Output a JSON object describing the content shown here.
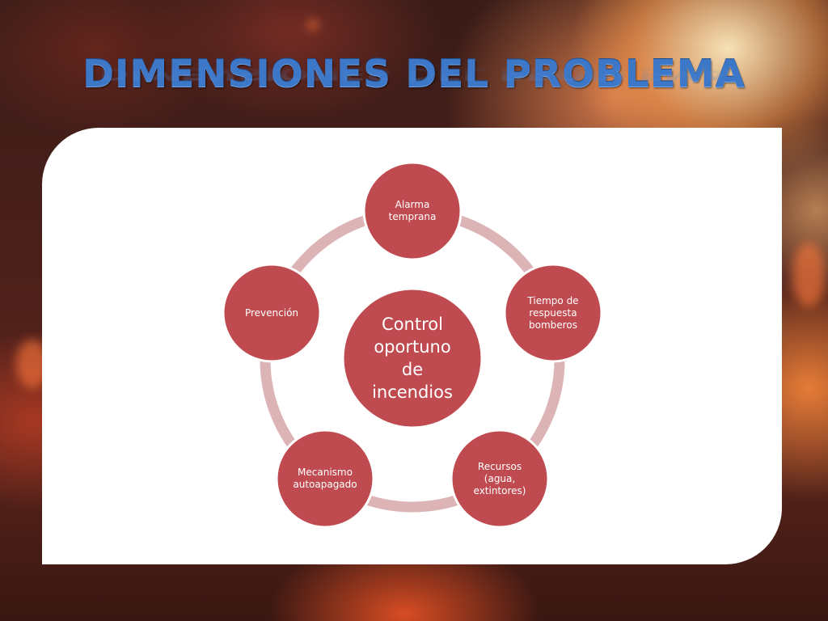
{
  "slide": {
    "title": "DIMENSIONES DEL PROBLEMA"
  },
  "diagram": {
    "center": "Control oportuno de incendios",
    "nodes": [
      {
        "label": "Alarma temprana"
      },
      {
        "label": "Tiempo de respuesta bomberos"
      },
      {
        "label": "Recursos (agua, extintores)"
      },
      {
        "label": "Mecanismo autoapagado"
      },
      {
        "label": "Prevención"
      }
    ],
    "colors": {
      "node_fill": "#bf4b50",
      "node_stroke": "#ffffff",
      "ring": "#dcb4b5"
    }
  }
}
